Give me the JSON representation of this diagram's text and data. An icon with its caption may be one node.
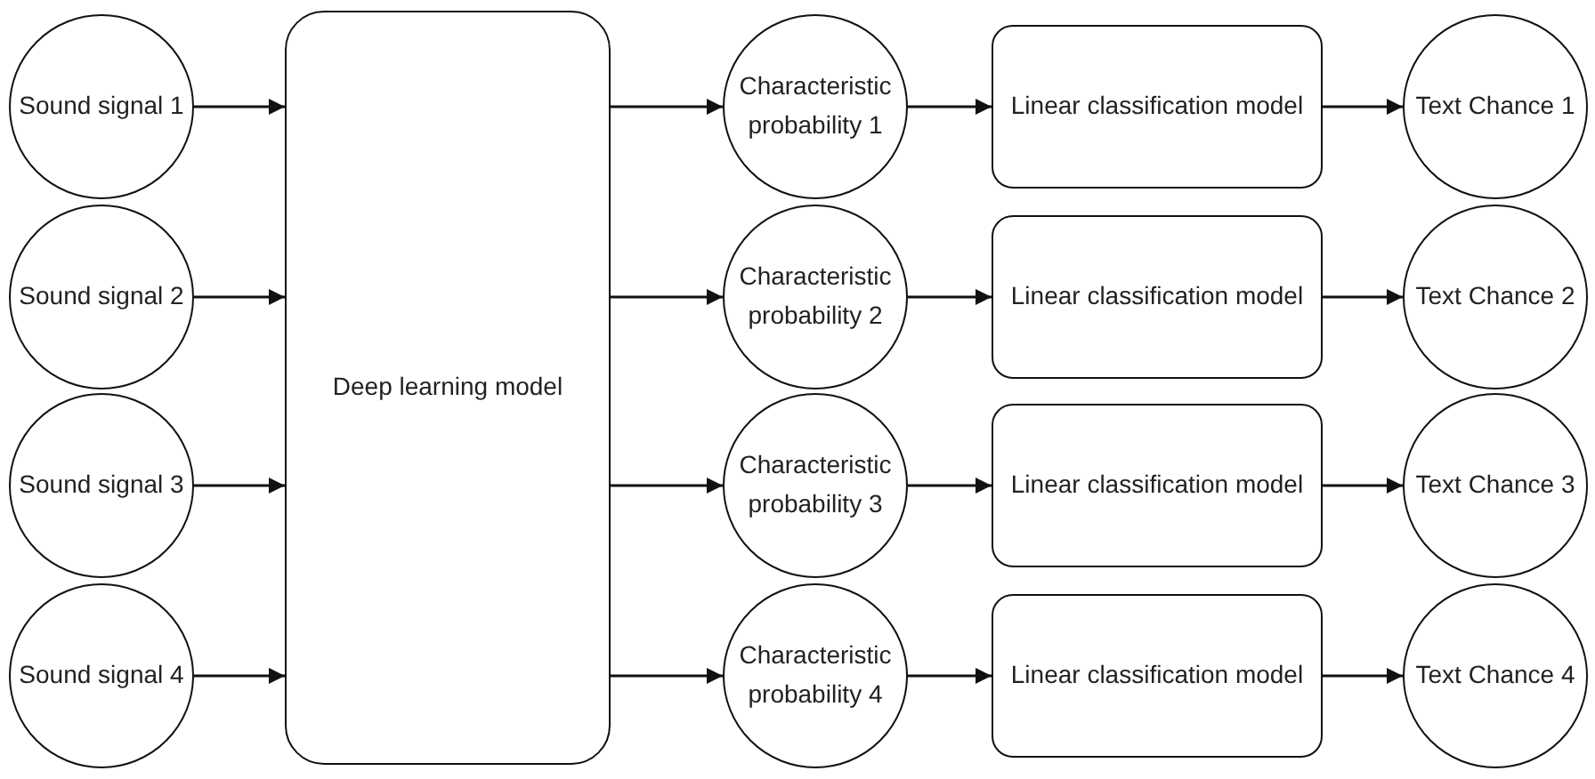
{
  "diagram": {
    "nodes": [
      {
        "text": [
          "Sound signal 1"
        ]
      },
      {
        "text": [
          "Sound signal 2"
        ]
      },
      {
        "text": [
          "Sound signal 3"
        ]
      },
      {
        "text": [
          "Sound signal 4"
        ]
      },
      {
        "text": [
          "Deep learning model"
        ]
      },
      {
        "text": [
          "Characteristic probability 1"
        ]
      },
      {
        "text": [
          "Characteristic probability 2"
        ]
      },
      {
        "text": [
          "Characteristic probability 3"
        ]
      },
      {
        "text": [
          "Characteristic probability 4"
        ]
      },
      {
        "text": [
          "Linear classification model"
        ]
      },
      {
        "text": [
          "Linear classification model"
        ]
      },
      {
        "text": [
          "Linear classification model"
        ]
      },
      {
        "text": [
          "Linear classification model"
        ]
      },
      {
        "text": [
          "Text Chance 1"
        ]
      },
      {
        "text": [
          "Text Chance 2"
        ]
      },
      {
        "text": [
          "Text Chance 3"
        ]
      },
      {
        "text": [
          "Text Chance 4"
        ]
      }
    ],
    "edges": [
      {
        "from": 0,
        "to": 4,
        "arrow": "to"
      },
      {
        "from": 1,
        "to": 4,
        "arrow": "to"
      },
      {
        "from": 2,
        "to": 4,
        "arrow": "to"
      },
      {
        "from": 3,
        "to": 4,
        "arrow": "to"
      },
      {
        "from": 4,
        "to": 5,
        "arrow": "to"
      },
      {
        "from": 4,
        "to": 6,
        "arrow": "to"
      },
      {
        "from": 4,
        "to": 7,
        "arrow": "to"
      },
      {
        "from": 4,
        "to": 8,
        "arrow": "to"
      },
      {
        "from": 5,
        "to": 9,
        "arrow": "to"
      },
      {
        "from": 6,
        "to": 10,
        "arrow": "to"
      },
      {
        "from": 7,
        "to": 11,
        "arrow": "to"
      },
      {
        "from": 8,
        "to": 12,
        "arrow": "to"
      },
      {
        "from": 9,
        "to": 13,
        "arrow": "to"
      },
      {
        "from": 10,
        "to": 14,
        "arrow": "to"
      },
      {
        "from": 11,
        "to": 15,
        "arrow": "to"
      },
      {
        "from": 12,
        "to": 16,
        "arrow": "to"
      }
    ]
  }
}
